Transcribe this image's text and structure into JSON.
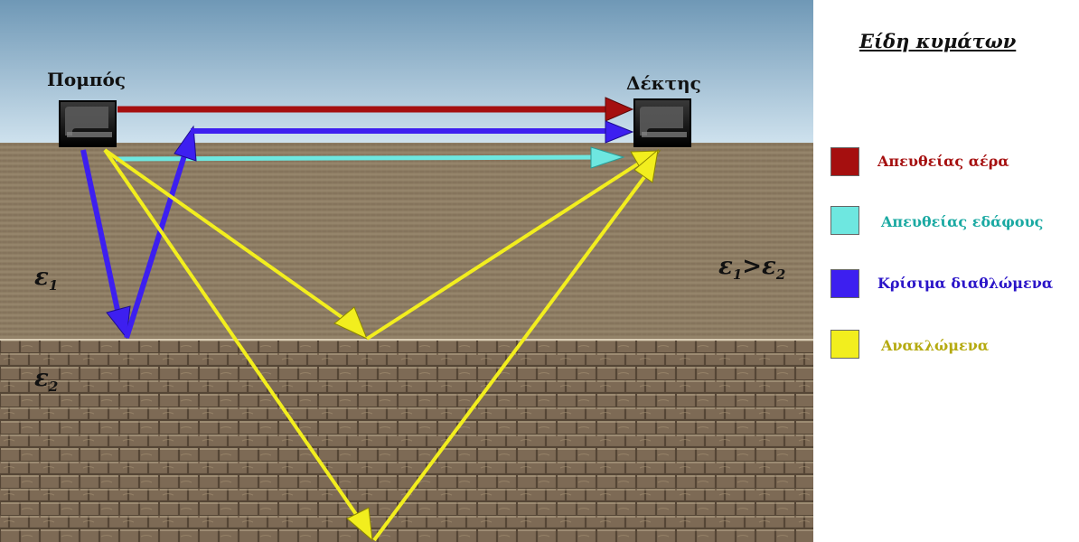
{
  "labels": {
    "transmitter": "Πομπός",
    "receiver": "Δέκτης",
    "eps1_symbol": "ε",
    "eps1_sub": "1",
    "eps2_symbol": "ε",
    "eps2_sub": "2",
    "relation_a": "ε",
    "relation_a_sub": "1",
    "relation_op": ">",
    "relation_b": "ε",
    "relation_b_sub": "2"
  },
  "legend": {
    "title": "Είδη κυμάτων",
    "items": [
      {
        "label": "Απευθείας αέρα",
        "color": "#a50f0f",
        "text_color": "#a50f0f"
      },
      {
        "label": "Απευθείας εδάφους",
        "color": "#6ee7e0",
        "text_color": "#1aa9a2"
      },
      {
        "label": "Κρίσιμα διαθλώμενα",
        "color": "#3d1ff0",
        "text_color": "#2a14c8"
      },
      {
        "label": "Ανακλώμενα",
        "color": "#f2ee1e",
        "text_color": "#b5aa10"
      }
    ]
  },
  "colors": {
    "sky_top": "#6f98b6",
    "sky_bottom": "#cfe2ee",
    "layer1": "#8d7c63",
    "layer2": "#7d6a55",
    "device": "#111111"
  }
}
